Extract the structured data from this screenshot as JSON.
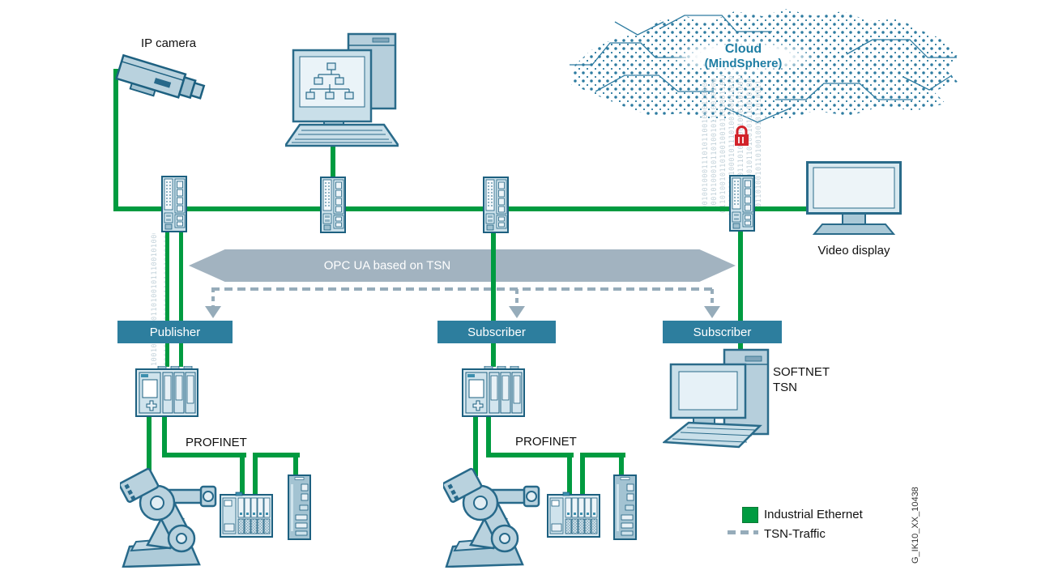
{
  "labels": {
    "ip_camera": "IP camera",
    "video_display": "Video display",
    "profinet": "PROFINET",
    "softnet_line1": "SOFTNET",
    "softnet_line2": "TSN"
  },
  "cloud": {
    "line1": "Cloud",
    "line2": "(MindSphere)"
  },
  "arrow": {
    "label": "OPC UA based on TSN"
  },
  "boxes": {
    "publisher": "Publisher",
    "subscriber": "Subscriber"
  },
  "legend": {
    "industrial_ethernet": "Industrial Ethernet",
    "tsn_traffic": "TSN-Traffic"
  },
  "code": "G_IK10_XX_10438",
  "binary": {
    "b1": "0010010001110101100100011010010111010010",
    "b2": "1001010001011010010111001010001101001011",
    "b3": "0110100101101001001011010011010010110100",
    "b4": "0001001101000101110100100011010110010001"
  },
  "colors": {
    "industrial_ethernet_green": "#009b40",
    "pubsub_box_teal": "#2d7e9e",
    "opc_arrow_gray": "#a2b3c0",
    "tsn_dash_gray": "#96acba",
    "cloud_teal": "#2d7ba0",
    "binary_gray": "#c3d2da",
    "device_outline": "#1d6080",
    "alert_red": "#d2232a"
  }
}
